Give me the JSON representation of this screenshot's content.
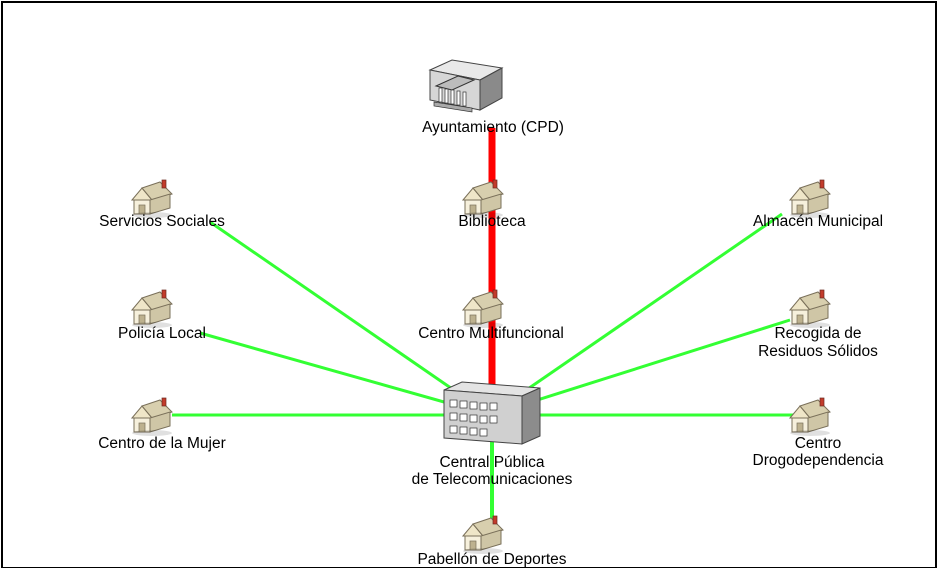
{
  "diagram": {
    "colors": {
      "backbone": "#ff0000",
      "link": "#33ff33",
      "border": "#000000",
      "house_roof": "#dcd3b3",
      "house_wall": "#f2ecd6",
      "chimney": "#c23b2b"
    },
    "nodes": {
      "ayuntamiento": {
        "label": "Ayuntamiento (CPD)",
        "icon": "government-building-icon"
      },
      "biblioteca": {
        "label": "Biblioteca",
        "icon": "house-icon"
      },
      "centro_multifuncional": {
        "label": "Centro Multifuncional",
        "icon": "house-icon"
      },
      "central": {
        "label_line1": "Central Pública",
        "label_line2": "de Telecomunicaciones",
        "icon": "office-building-icon"
      },
      "pabellon": {
        "label": "Pabellón de Deportes",
        "icon": "house-icon"
      },
      "servicios_sociales": {
        "label": "Servicios Sociales",
        "icon": "house-icon"
      },
      "policia_local": {
        "label": "Policía Local",
        "icon": "house-icon"
      },
      "centro_mujer": {
        "label": "Centro de la Mujer",
        "icon": "house-icon"
      },
      "almacen": {
        "label": "Almacén Municipal",
        "icon": "house-icon"
      },
      "recogida": {
        "label_line1": "Recogida de",
        "label_line2": "Residuos Sólidos",
        "icon": "house-icon"
      },
      "drogodependencia": {
        "label_line1": "Centro",
        "label_line2": "Drogodependencia",
        "icon": "house-icon"
      }
    }
  }
}
